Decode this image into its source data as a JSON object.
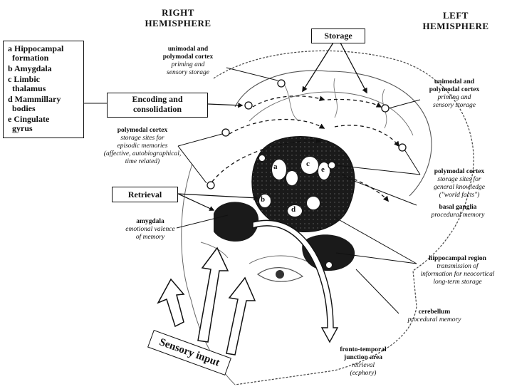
{
  "headers": {
    "right": "RIGHT\nHEMISPHERE",
    "left": "LEFT\nHEMISPHERE"
  },
  "boxes": {
    "storage": "Storage",
    "encoding": "Encoding and\nconsolidation",
    "retrieval": "Retrieval",
    "sensory": "Sensory input"
  },
  "legend": [
    "a Hippocampal\n  formation",
    "b Amygdala",
    "c Limbic\n  thalamus",
    "d Mammillary\n  bodies",
    "e Cingulate\n  gyrus"
  ],
  "labels": {
    "right_cortex": {
      "title": "unimodal and\npolymodal cortex",
      "desc": "priming and\nsensory storage"
    },
    "left_cortex": {
      "title": "unimodal and\npolymodal cortex",
      "desc": "priming and\nsensory storage"
    },
    "episodic": {
      "title": "polymodal cortex",
      "desc": "storage sites for\nepisodic memories\n(affective, autobiographical,\ntime related)"
    },
    "general": {
      "title": "polymodal cortex",
      "desc": "storage sites for\ngeneral knowledge\n(\"world facts\")"
    },
    "amygdala": {
      "title": "amygdala",
      "desc": "emotional valence\nof memory"
    },
    "basal": {
      "title": "basal ganglia",
      "desc": "procedural memory"
    },
    "hippocampal": {
      "title": "hippocampal region",
      "desc": "transmission of\ninformation for neocortical\nlong-term storage"
    },
    "cerebellum": {
      "title": "cerebellum",
      "desc": "procedural memory"
    },
    "fronto": {
      "title": "fronto-temporal\njunction area",
      "desc": "retrieval\n(ecphory)"
    }
  },
  "structure_letters": [
    "a",
    "b",
    "c",
    "d",
    "e"
  ]
}
